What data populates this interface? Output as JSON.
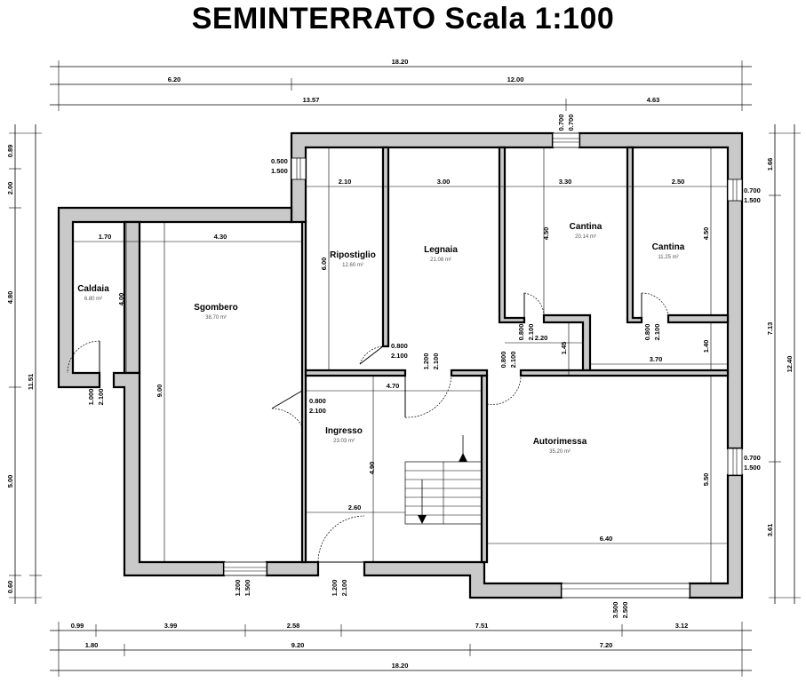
{
  "title": "SEMINTERRATO Scala 1:100",
  "rooms": [
    {
      "name": "Caldaia",
      "area": "6.80 m²"
    },
    {
      "name": "Sgombero",
      "area": "38.70 m²"
    },
    {
      "name": "Ripostiglio",
      "area": "12.60 m²"
    },
    {
      "name": "Legnaia",
      "area": "21.08 m²"
    },
    {
      "name": "Cantina",
      "area": "20.14 m²"
    },
    {
      "name": "Cantina",
      "area": "11.25 m²"
    },
    {
      "name": "Ingresso",
      "area": "23.03 m²"
    },
    {
      "name": "Autorimessa",
      "area": "35.20 m²"
    }
  ],
  "dims_top": {
    "row1": [
      "18.20"
    ],
    "row2": [
      "6.20",
      "12.00"
    ],
    "row3": [
      "13.57",
      "4.63"
    ]
  },
  "dims_bottom": {
    "row1": [
      "0.99",
      "3.99",
      "2.58",
      "7.51",
      "3.12"
    ],
    "row2": [
      "1.80",
      "9.20",
      "7.20"
    ],
    "row3": [
      "18.20"
    ]
  },
  "dims_left": {
    "outer": [
      "0.89",
      "2.00",
      "4.80",
      "5.00",
      "0.60"
    ],
    "inner": [
      "11.51"
    ]
  },
  "dims_right": {
    "inner": [
      "1.66",
      "7.13",
      "3.61"
    ],
    "outer": [
      "12.40"
    ]
  },
  "dims_internal": {
    "caldaia_w": "1.70",
    "caldaia_h": "4.00",
    "sgombero_w": "4.30",
    "sgombero_h": "9.00",
    "ripost_w": "2.10",
    "ripost_h": "6.00",
    "legnaia_w": "3.00",
    "cantina1_w": "3.30",
    "cantina1_h": "4.50",
    "cantina2_w": "2.50",
    "cantina2_h": "4.50",
    "ingresso_w": "4.70",
    "ingresso_h": "4.90",
    "stair_w": "2.60",
    "corr_w": "2.20",
    "corr_h": "1.45",
    "corr2_w": "3.70",
    "corr2_h": "1.40",
    "auto_w": "6.40",
    "auto_h": "5.50"
  },
  "openings": {
    "top_window": [
      "0.700",
      "0.700"
    ],
    "ripost_window": [
      "0.500",
      "1.500"
    ],
    "cantina_window": [
      "0.700",
      "1.500"
    ],
    "auto_window": [
      "0.700",
      "1.500"
    ],
    "caldaia_door": [
      "1.000",
      "2.100"
    ],
    "ripost_door": [
      "0.800",
      "2.100"
    ],
    "legnaia_door": [
      "1.200",
      "2.100"
    ],
    "corr_door": [
      "0.800",
      "2.100"
    ],
    "cantina1_door": [
      "0.800",
      "2.100"
    ],
    "cantina2_door": [
      "0.800",
      "2.100"
    ],
    "ingresso_door": [
      "0.800",
      "2.100"
    ],
    "sgombero_window": [
      "1.200",
      "1.500"
    ],
    "entry_door": [
      "1.200",
      "2.100"
    ],
    "garage_door": [
      "3.500",
      "2.500"
    ]
  }
}
